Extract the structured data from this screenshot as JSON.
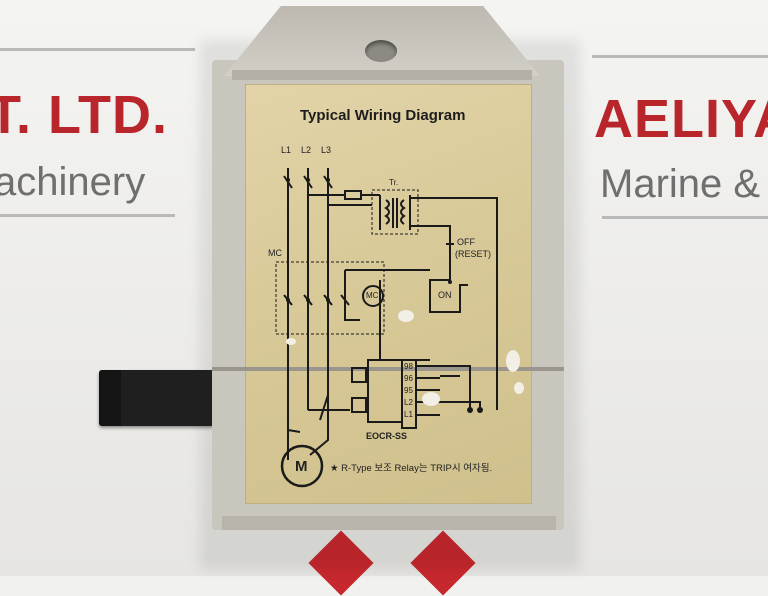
{
  "background": {
    "left_banner": {
      "line1": "T. LTD.",
      "line2": "achinery"
    },
    "right_banner": {
      "line1": "AELIYA",
      "line2": "Marine &"
    },
    "colors": {
      "brand_red": "#b8262c",
      "banner_gray": "#6f6f6f"
    }
  },
  "device": {
    "body_color": "#c9c6bd",
    "label_color": "#d8c998"
  },
  "label": {
    "title": "Typical Wiring Diagram",
    "phases": [
      "L1",
      "L2",
      "L3"
    ],
    "transformer": "Tr.",
    "contactor": "MC",
    "off_switch": "OFF",
    "reset": "(RESET)",
    "on_switch": "ON",
    "coil": "MC",
    "terminals": [
      "98",
      "96",
      "95",
      "L2",
      "L1"
    ],
    "relay_model": "EOCR-SS",
    "motor": "M",
    "footnote": "★ R-Type 보조 Relay는 TRIP시 여자됨."
  }
}
